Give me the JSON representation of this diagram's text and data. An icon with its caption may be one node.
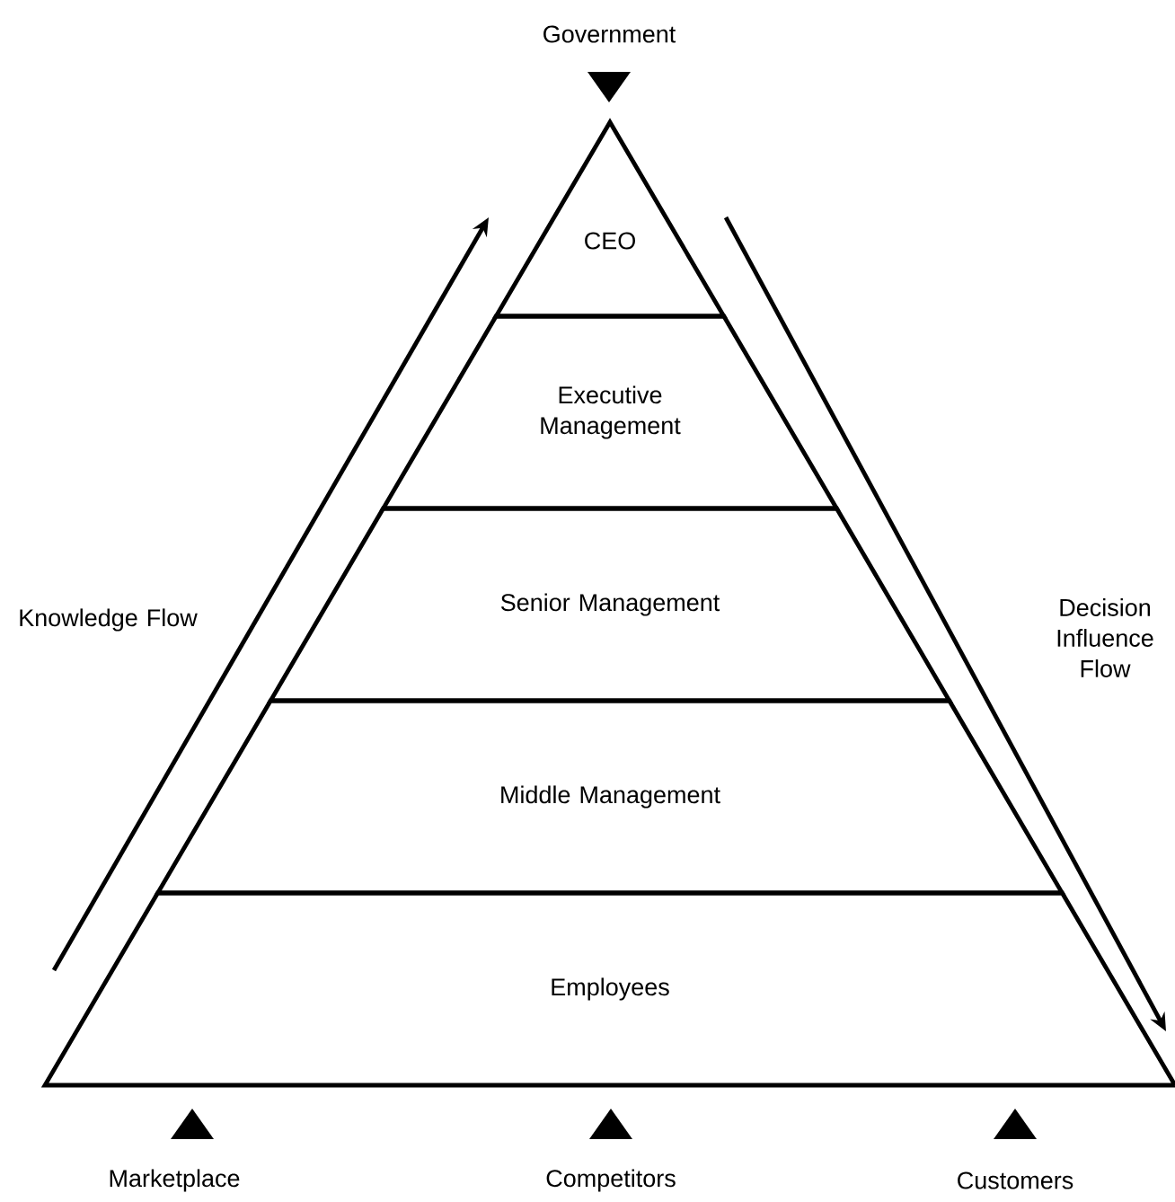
{
  "diagram": {
    "nodes": [
      {
        "text": [
          "CEO"
        ]
      },
      {
        "text": [
          "Executive Management"
        ]
      },
      {
        "text": [
          "Senior Management"
        ]
      },
      {
        "text": [
          "Middle Management"
        ]
      },
      {
        "text": [
          "Employees"
        ]
      }
    ],
    "labels": [
      "Government",
      "Knowledge Flow",
      "Decision Influence Flow",
      "Marketplace",
      "Competitors",
      "Customers"
    ]
  }
}
